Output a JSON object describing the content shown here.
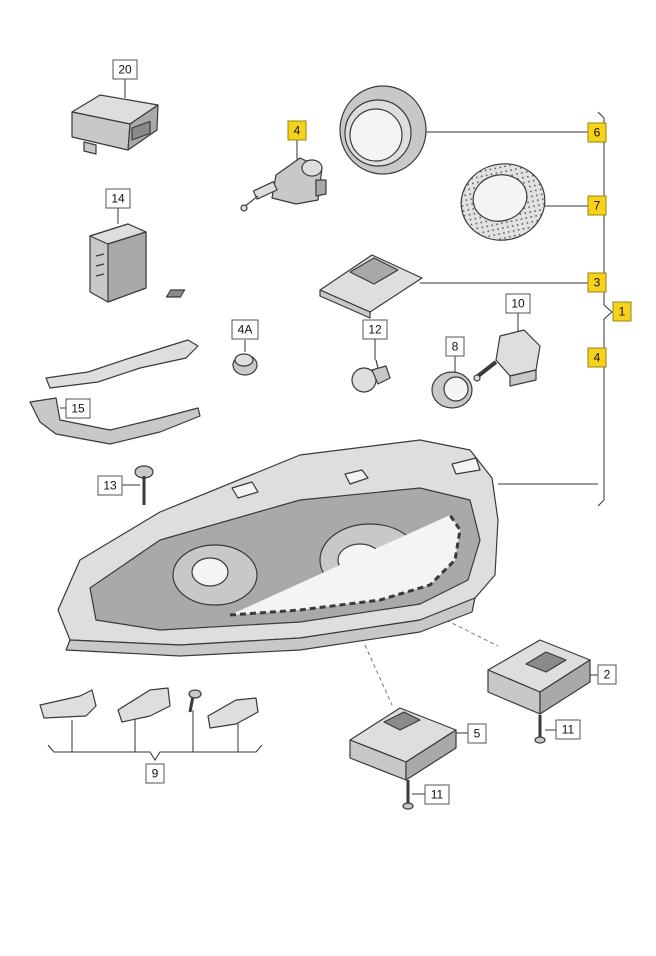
{
  "diagram": {
    "callouts": [
      {
        "id": "c20",
        "text": "20",
        "highlight": false
      },
      {
        "id": "c4a",
        "text": "4",
        "highlight": true
      },
      {
        "id": "c6",
        "text": "6",
        "highlight": true
      },
      {
        "id": "c14",
        "text": "14",
        "highlight": false
      },
      {
        "id": "c7",
        "text": "7",
        "highlight": true
      },
      {
        "id": "c3",
        "text": "3",
        "highlight": true
      },
      {
        "id": "c10",
        "text": "10",
        "highlight": false
      },
      {
        "id": "c1",
        "text": "1",
        "highlight": true
      },
      {
        "id": "c4A",
        "text": "4A",
        "highlight": false
      },
      {
        "id": "c12",
        "text": "12",
        "highlight": false
      },
      {
        "id": "c8",
        "text": "8",
        "highlight": false
      },
      {
        "id": "c4b",
        "text": "4",
        "highlight": true
      },
      {
        "id": "c15",
        "text": "15",
        "highlight": false
      },
      {
        "id": "c13",
        "text": "13",
        "highlight": false
      },
      {
        "id": "c2",
        "text": "2",
        "highlight": false
      },
      {
        "id": "c11a",
        "text": "11",
        "highlight": false
      },
      {
        "id": "c5",
        "text": "5",
        "highlight": false
      },
      {
        "id": "c9",
        "text": "9",
        "highlight": false
      },
      {
        "id": "c11b",
        "text": "11",
        "highlight": false
      }
    ]
  }
}
